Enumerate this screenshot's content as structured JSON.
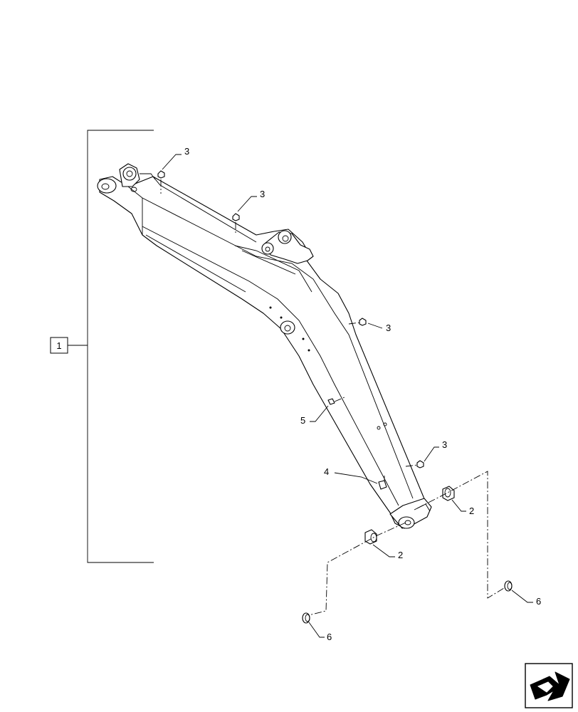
{
  "assembly_callout": "1",
  "callouts": {
    "part_2a": "2",
    "part_2b": "2",
    "part_3a": "3",
    "part_3b": "3",
    "part_3c": "3",
    "part_3d": "3",
    "part_4": "4",
    "part_5": "5",
    "part_6a": "6",
    "part_6b": "6"
  },
  "nav_icon": "next-page-arrow-icon"
}
